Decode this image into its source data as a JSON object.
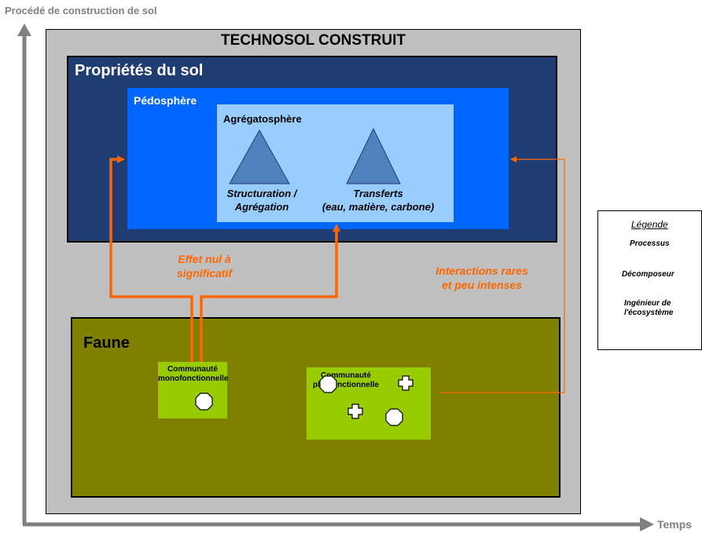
{
  "axes": {
    "y_label": "Procédé de construction de sol",
    "x_label": "Temps"
  },
  "technosol": {
    "title": "TECHNOSOL CONSTRUIT"
  },
  "proprietes": {
    "title": "Propriétés du sol"
  },
  "pedosphere": {
    "title": "Pédosphère"
  },
  "agregatosphere": {
    "title": "Agrégatosphère",
    "processes": [
      {
        "line1": "Structuration /",
        "line2": "Agrégation"
      },
      {
        "line1": "Transferts",
        "line2": "(eau, matière, carbone)"
      }
    ]
  },
  "interactions": {
    "effet_line1": "Effet nul à",
    "effet_line2": "significatif",
    "rares_line1": "Interactions rares",
    "rares_line2": "et peu intenses"
  },
  "faune": {
    "title": "Faune",
    "mono": {
      "line1": "Communauté",
      "line2": "monofonctionnelle"
    },
    "pluri": {
      "line1": "Communauté",
      "line2": "plurifonctionnelle"
    }
  },
  "legend": {
    "title": "Légende",
    "processus": "Processus",
    "decomposeur": "Décomposeur",
    "ingenieur_line1": "Ingénieur de",
    "ingenieur_line2": "l'écosystème"
  },
  "colors": {
    "orange": "#ff6600",
    "grey_axis": "#808080",
    "proprietes_bg": "#1f3d73",
    "pedosphere_bg": "#0066ff",
    "agregatosphere_bg": "#99ccff",
    "faune_bg": "#808000",
    "communaute_bg": "#99cc00",
    "triangle": "#4f81bd"
  }
}
